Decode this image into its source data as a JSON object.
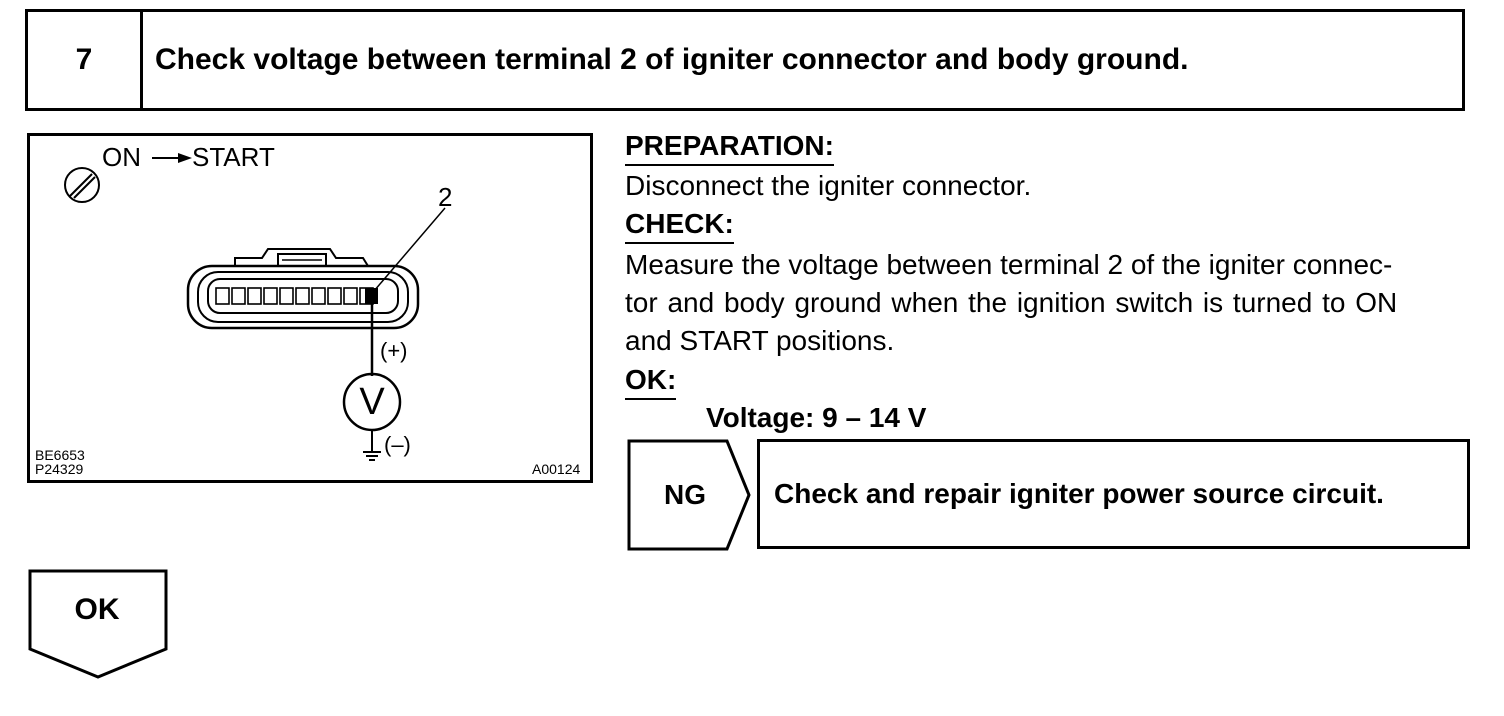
{
  "step": {
    "number": "7",
    "title": "Check voltage between terminal 2 of igniter connector and body ground."
  },
  "figure": {
    "switch_label": "ON",
    "switch_target": "START",
    "terminal_label": "2",
    "plus_label": "(+)",
    "minus_label": "(–)",
    "meter_symbol": "V",
    "code_1": "BE6653",
    "code_2": "P24329",
    "code_3": "A00124"
  },
  "preparation": {
    "heading": "PREPARATION:",
    "text": "Disconnect the igniter connector."
  },
  "check": {
    "heading": "CHECK:",
    "line_1": "Measure the voltage between terminal 2 of the igniter connec-",
    "line_2": "tor and body ground when the ignition switch is turned to ON",
    "line_3": "and START positions."
  },
  "ok": {
    "heading": "OK:",
    "spec": "Voltage: 9 – 14 V"
  },
  "ng_result": {
    "label": "NG",
    "action": "Check and repair igniter power source circuit."
  },
  "ok_result": {
    "label": "OK"
  }
}
